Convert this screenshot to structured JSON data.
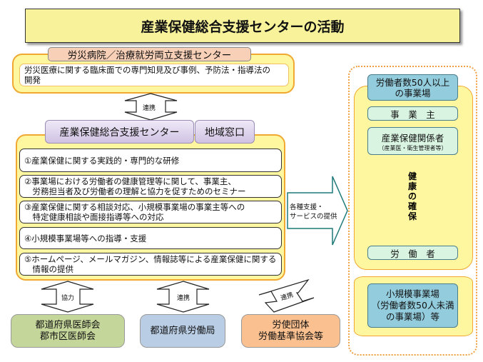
{
  "title": "産業保健総合支援センターの活動",
  "rosai": {
    "tab": "労災病院／治療就労両立支援センター",
    "text": [
      "労災医療に関する臨床面での専門知見及び事例、予防法・指導法の",
      "開発"
    ]
  },
  "arrow_top_label": "連携",
  "center": {
    "tab": "産業保健総合支援センター",
    "tab2": "地域窓口",
    "items": [
      [
        "①産業保健に関する実践的・専門的な研修"
      ],
      [
        "②事業場における労働者の健康管理等に関して、事業主、",
        "　労務担当者及び労働者の理解と協力を促すためのセミナー"
      ],
      [
        "③産業保健に関する相談対応、小規模事業場の事業主等への",
        "　特定健康相談や面接指導等への対応"
      ],
      [
        "④小規模事業場等への指導・支援"
      ],
      [
        "⑤ホームページ、メールマガジン、情報誌等による産業保健に関する",
        "　情報の提供"
      ]
    ]
  },
  "right_arrow_label": [
    "各種支援・",
    "サービスの提供"
  ],
  "bottom": {
    "arrows": [
      "協力",
      "連携",
      "連携"
    ],
    "boxes": [
      {
        "lines": [
          "都道府県医師会",
          "郡市区医師会"
        ],
        "color": "#c5d69b"
      },
      {
        "lines": [
          "都道府県労働局"
        ],
        "color": "#b9cde5"
      },
      {
        "lines": [
          "労使団体",
          "労働基準協会等"
        ],
        "color": "#fac090"
      }
    ]
  },
  "workplace": {
    "header": [
      "労働者数50人以上",
      "の事業場"
    ],
    "employer": "事　業　主",
    "staff": "産業保健関係者",
    "staff_sub": "（産業医・衛生管理者等）",
    "health_arrow": "健康の確保",
    "workers": "労　働　者",
    "small": [
      "小規模事業場",
      "（労働者数50人未満",
      "の事業場）等"
    ]
  }
}
